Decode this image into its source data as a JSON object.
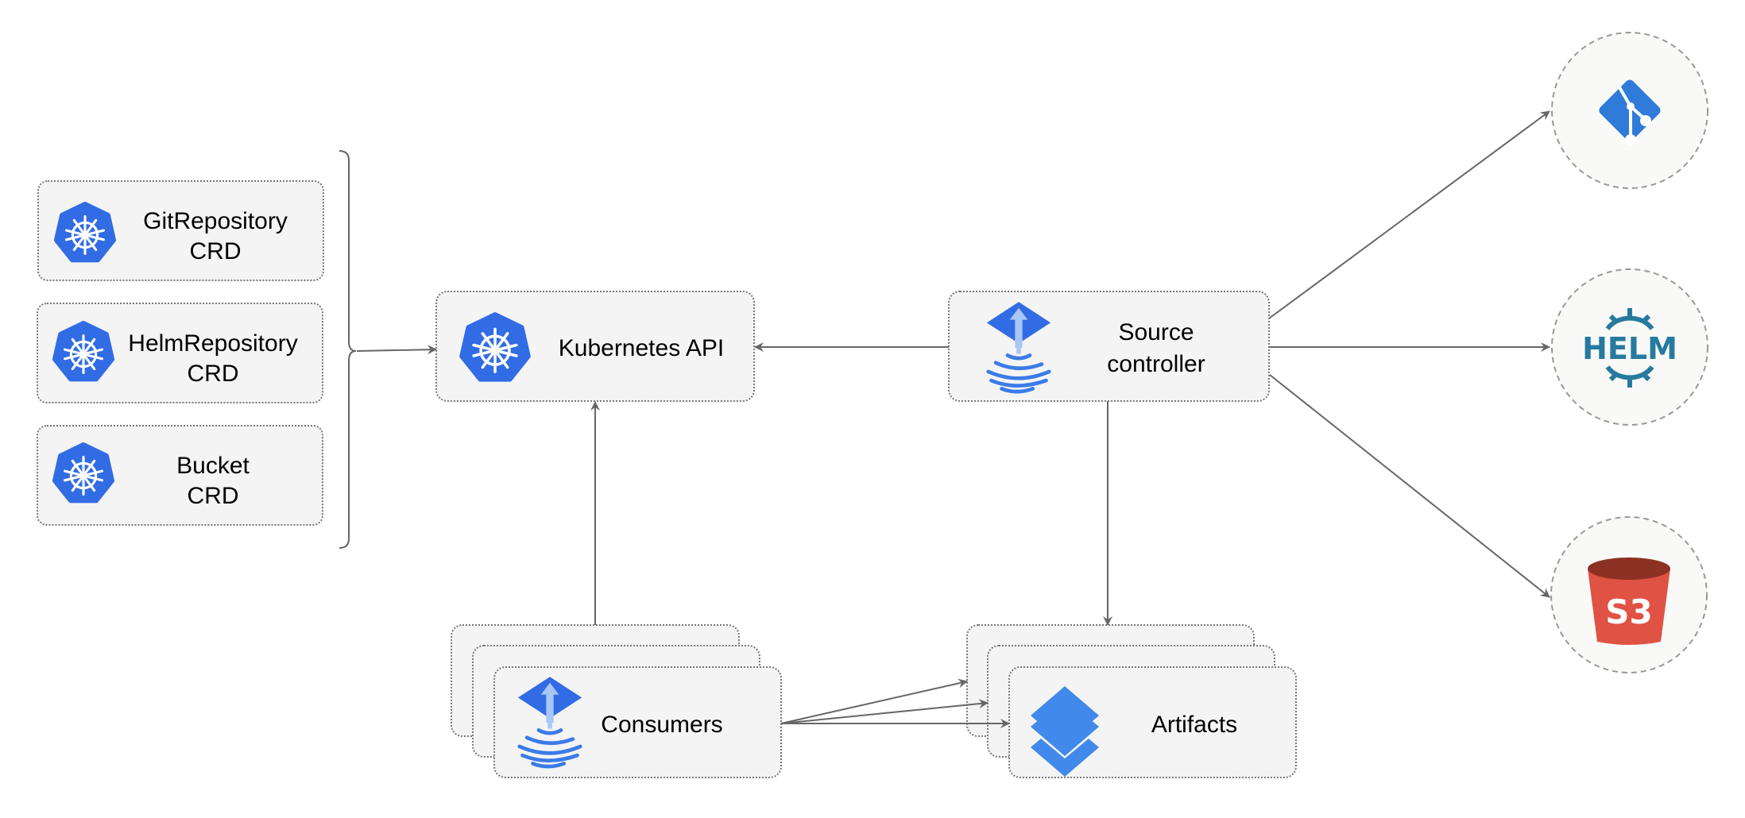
{
  "crds": [
    {
      "line1": "GitRepository",
      "line2": "CRD",
      "icon": "kubernetes-icon"
    },
    {
      "line1": "HelmRepository",
      "line2": "CRD",
      "icon": "kubernetes-icon"
    },
    {
      "line1": "Bucket",
      "line2": "CRD",
      "icon": "kubernetes-icon"
    }
  ],
  "kubernetes_api": {
    "label": "Kubernetes API",
    "icon": "kubernetes-icon"
  },
  "source_controller": {
    "line1": "Source",
    "line2": "controller",
    "icon": "flux-icon"
  },
  "consumers": {
    "label": "Consumers",
    "icon": "flux-icon"
  },
  "artifacts": {
    "label": "Artifacts",
    "icon": "layers-icon"
  },
  "sources": [
    {
      "name": "git",
      "icon": "git-icon"
    },
    {
      "name": "helm",
      "icon": "helm-icon",
      "text": "HELM"
    },
    {
      "name": "s3",
      "icon": "s3-bucket-icon",
      "text": "S3"
    }
  ],
  "colors": {
    "k8s_blue": "#326ce5",
    "git_blue": "#2f7bd9",
    "helm_blue": "#277a9f",
    "s3_red": "#e05243",
    "s3_dark": "#8c3123",
    "layers_blue": "#418aeb",
    "edge": "#666666",
    "box_fill": "#f4f4f4"
  }
}
